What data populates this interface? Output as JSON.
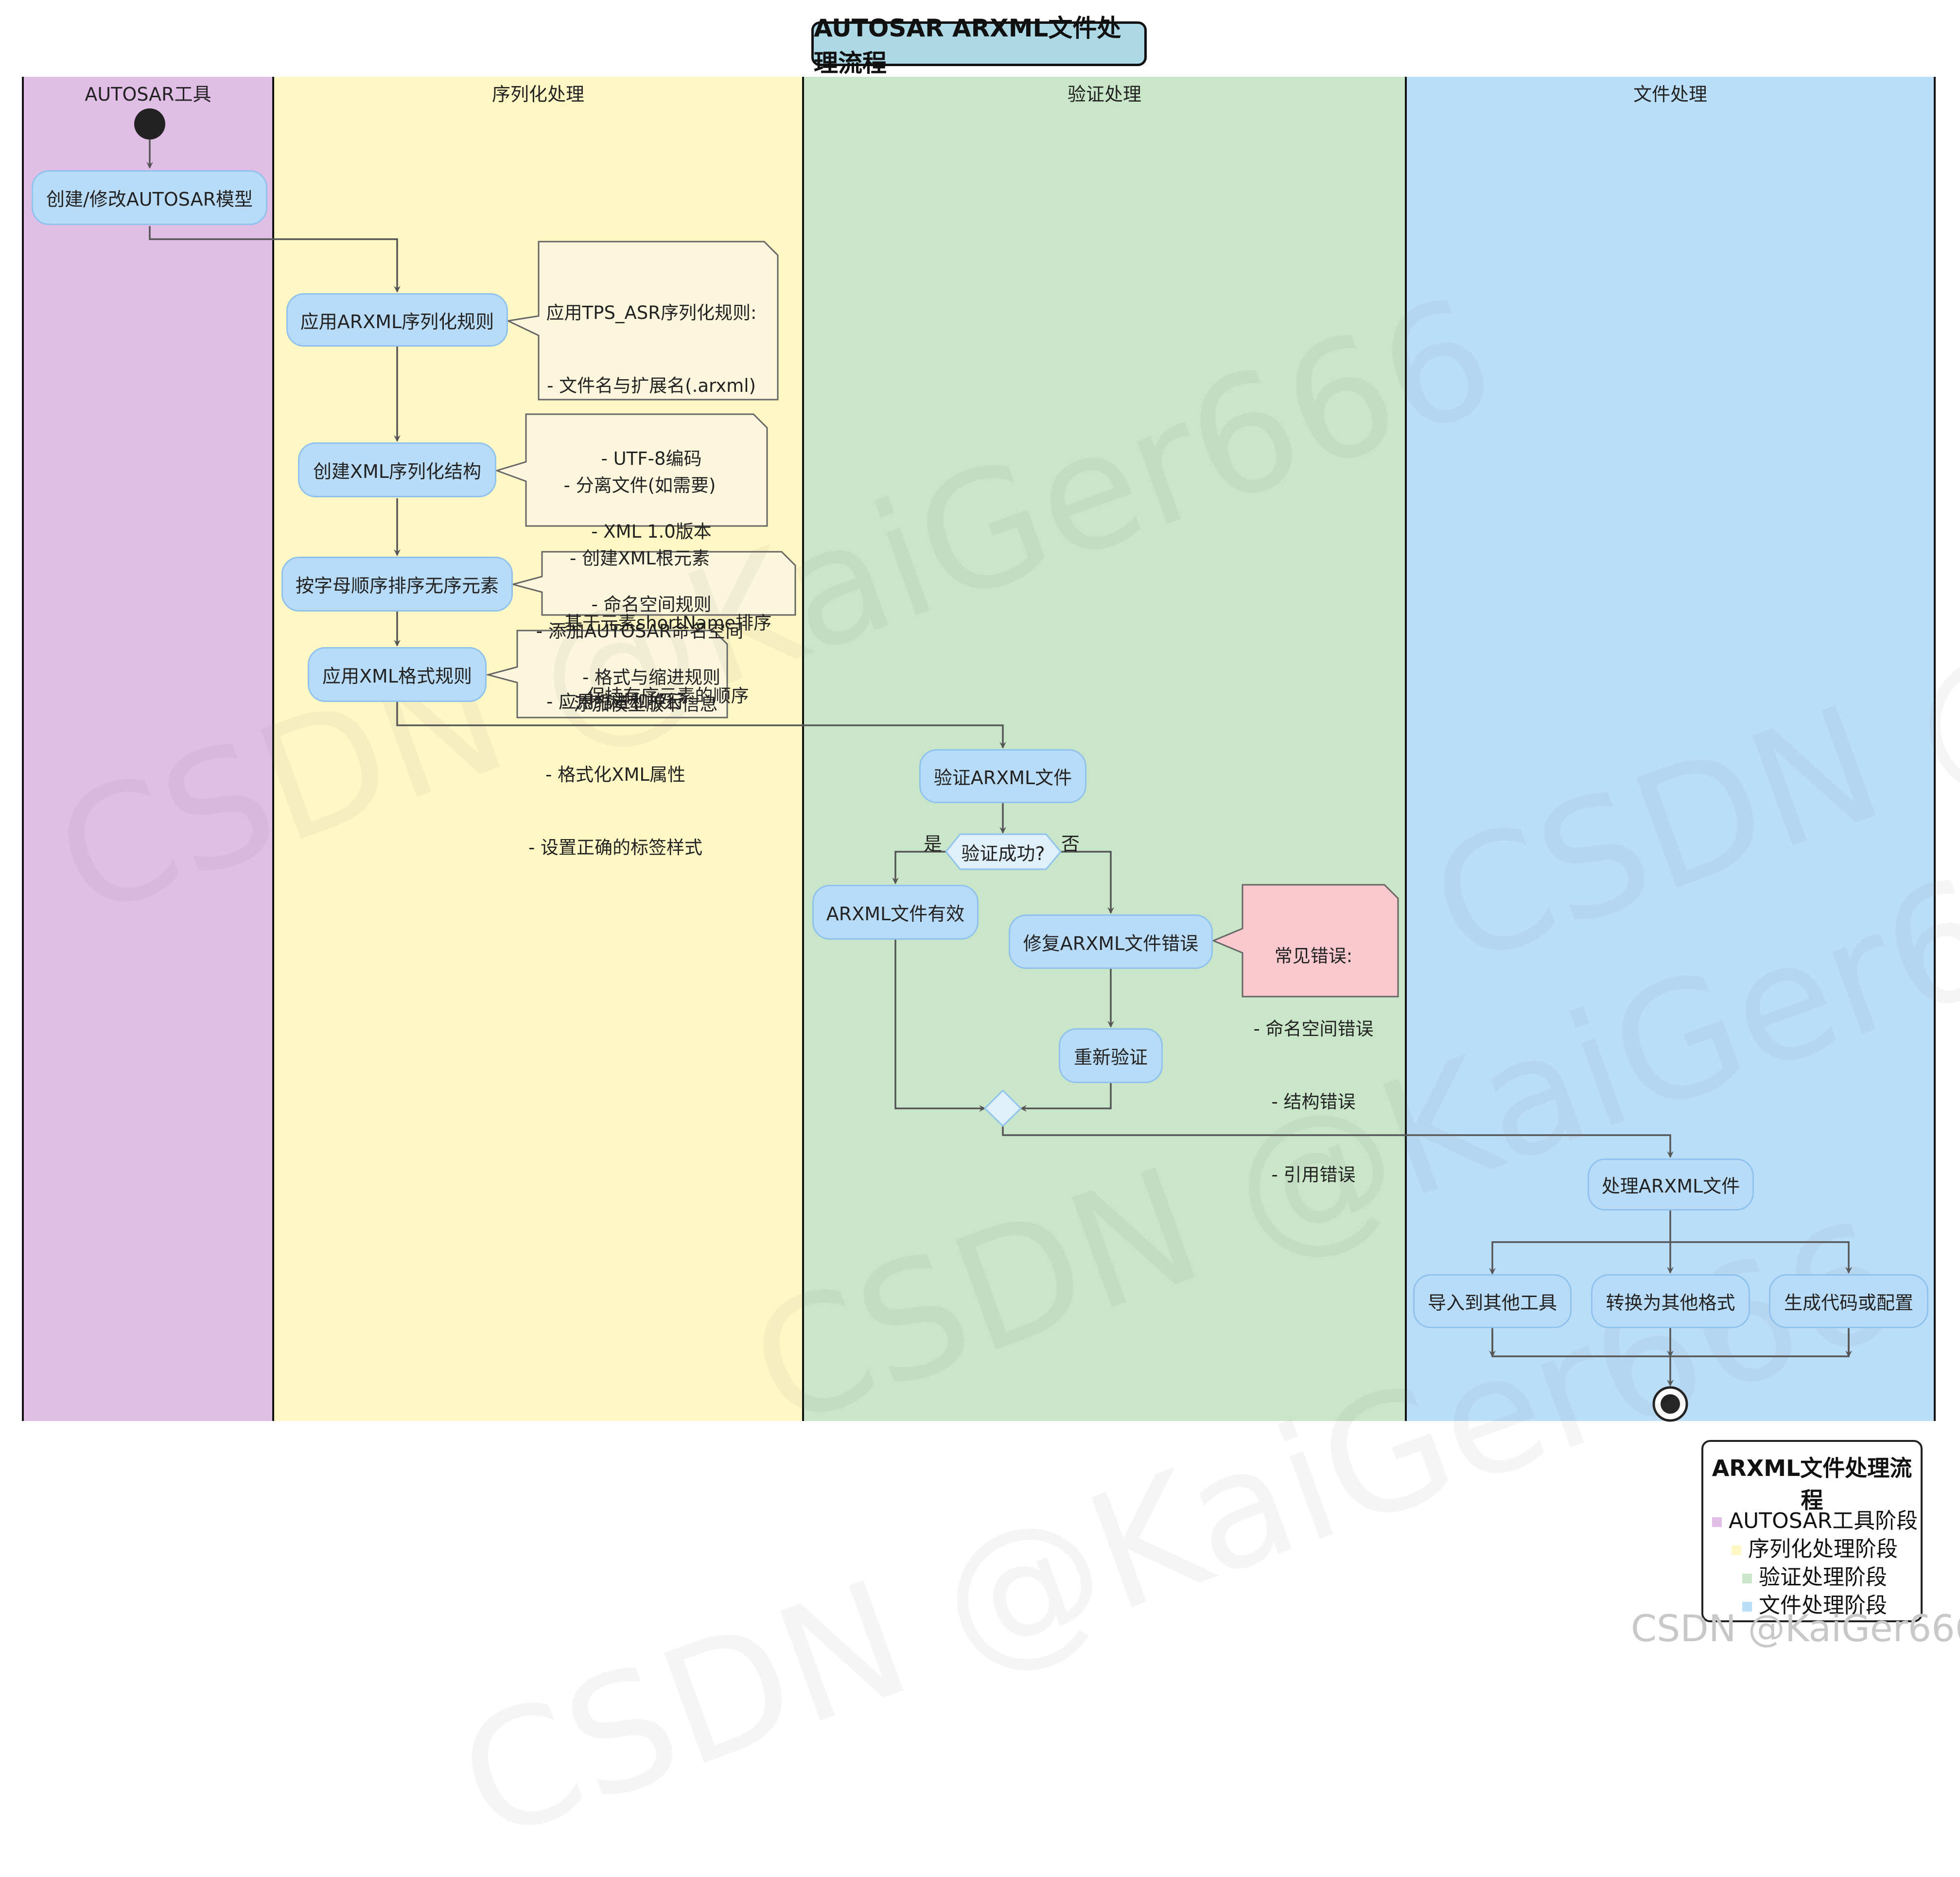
{
  "title": "AUTOSAR ARXML文件处理流程",
  "lanes": [
    {
      "label": "AUTOSAR工具",
      "color": "#e0bee6"
    },
    {
      "label": "序列化处理",
      "color": "#fff8c4"
    },
    {
      "label": "验证处理",
      "color": "#c9e6c8"
    },
    {
      "label": "文件处理",
      "color": "#bbdef8"
    }
  ],
  "nodes": {
    "create_model": "创建/修改AUTOSAR模型",
    "apply_rules": "应用ARXML序列化规则",
    "create_structure": "创建XML序列化结构",
    "sort_elements": "按字母顺序排序无序元素",
    "apply_format": "应用XML格式规则",
    "validate": "验证ARXML文件",
    "decision": "验证成功?",
    "valid": "ARXML文件有效",
    "fix_errors": "修复ARXML文件错误",
    "revalidate": "重新验证",
    "process": "处理ARXML文件",
    "import": "导入到其他工具",
    "convert": "转换为其他格式",
    "generate": "生成代码或配置"
  },
  "branch_labels": {
    "yes": "是",
    "no": "否"
  },
  "notes": {
    "rules": [
      "应用TPS_ASR序列化规则:",
      "- 文件名与扩展名(.arxml)",
      "- UTF-8编码",
      "- XML 1.0版本",
      "- 命名空间规则",
      "- 格式与缩进规则"
    ],
    "structure": [
      "- 分离文件(如需要)",
      "- 创建XML根元素",
      "- 添加AUTOSAR命名空间",
      "- 添加模型版本信息"
    ],
    "sort": [
      "- 基于元素shortName排序",
      "- 保持有序元素的顺序"
    ],
    "format": [
      "- 应用缩进和换行",
      "- 格式化XML属性",
      "- 设置正确的标签样式"
    ],
    "errors": [
      "常见错误:",
      "- 命名空间错误",
      "- 结构错误",
      "- 引用错误"
    ]
  },
  "legend": {
    "title": "ARXML文件处理流程",
    "items": [
      {
        "label": "AUTOSAR工具阶段",
        "color": "#e0bee6"
      },
      {
        "label": "序列化处理阶段",
        "color": "#fff8c4"
      },
      {
        "label": "验证处理阶段",
        "color": "#c9e6c8"
      },
      {
        "label": "文件处理阶段",
        "color": "#bbdef8"
      }
    ]
  },
  "watermark": "CSDN @KaiGer666"
}
